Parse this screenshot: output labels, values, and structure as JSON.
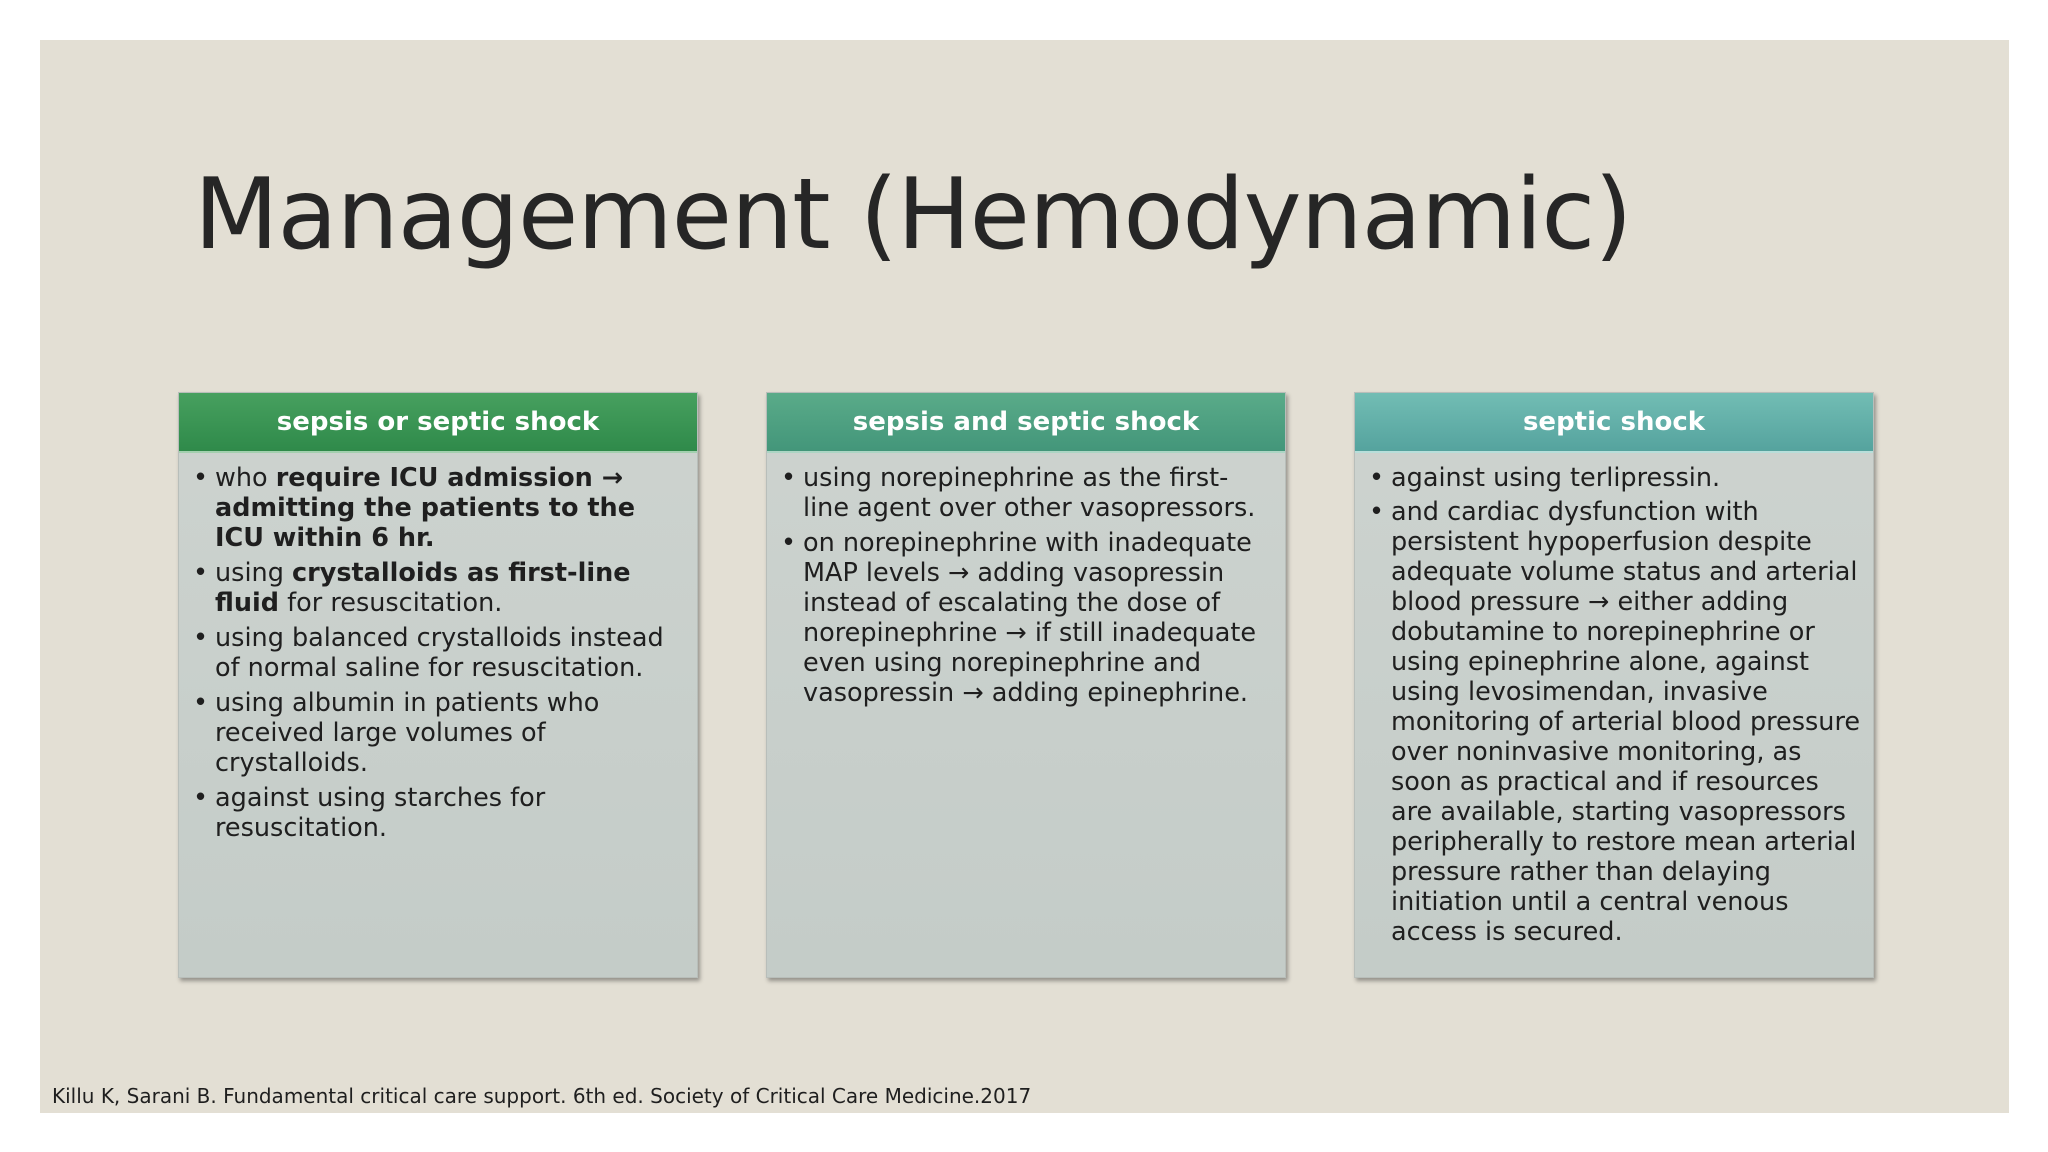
{
  "slide": {
    "title": "Management (Hemodynamic)",
    "citation": "Killu K, Sarani B. Fundamental critical care support. 6th ed. Society of Critical Care Medicine.2017"
  },
  "cards": [
    {
      "header": "sepsis or septic shock",
      "accent": "#3a9454",
      "items": [
        {
          "parts": [
            {
              "t": "who "
            },
            {
              "t": "require ICU admission → admitting the patients to the ICU within 6 hr.",
              "b": true
            }
          ]
        },
        {
          "parts": [
            {
              "t": "using "
            },
            {
              "t": "crystalloids as first-line fluid",
              "b": true
            },
            {
              "t": " for resuscitation."
            }
          ]
        },
        {
          "parts": [
            {
              "t": "using balanced crystalloids instead of normal saline for resuscitation."
            }
          ]
        },
        {
          "parts": [
            {
              "t": "using albumin in patients who received large volumes of crystalloids."
            }
          ]
        },
        {
          "parts": [
            {
              "t": "against using starches for resuscitation."
            }
          ]
        }
      ]
    },
    {
      "header": "sepsis and septic shock",
      "accent": "#4fa07f",
      "items": [
        {
          "parts": [
            {
              "t": "using norepinephrine as the first-line agent over other vasopressors."
            }
          ]
        },
        {
          "parts": [
            {
              "t": "on norepinephrine with inadequate MAP levels → adding vasopressin instead of escalating the dose of norepinephrine → if still inadequate even using norepinephrine and vasopressin → adding epinephrine."
            }
          ]
        }
      ]
    },
    {
      "header": "septic shock",
      "accent": "#64afa8",
      "items": [
        {
          "parts": [
            {
              "t": "against using terlipressin."
            }
          ]
        },
        {
          "parts": [
            {
              "t": "and cardiac dysfunction with persistent hypoperfusion despite adequate volume status and arterial blood pressure → either adding dobutamine to norepinephrine or using epinephrine alone, against using levosimendan, invasive monitoring of arterial blood pressure over noninvasive monitoring, as soon as practical and if resources are available, starting vasopressors peripherally to restore mean arterial pressure rather than delaying initiation until a central venous access is secured."
            }
          ]
        }
      ]
    }
  ]
}
